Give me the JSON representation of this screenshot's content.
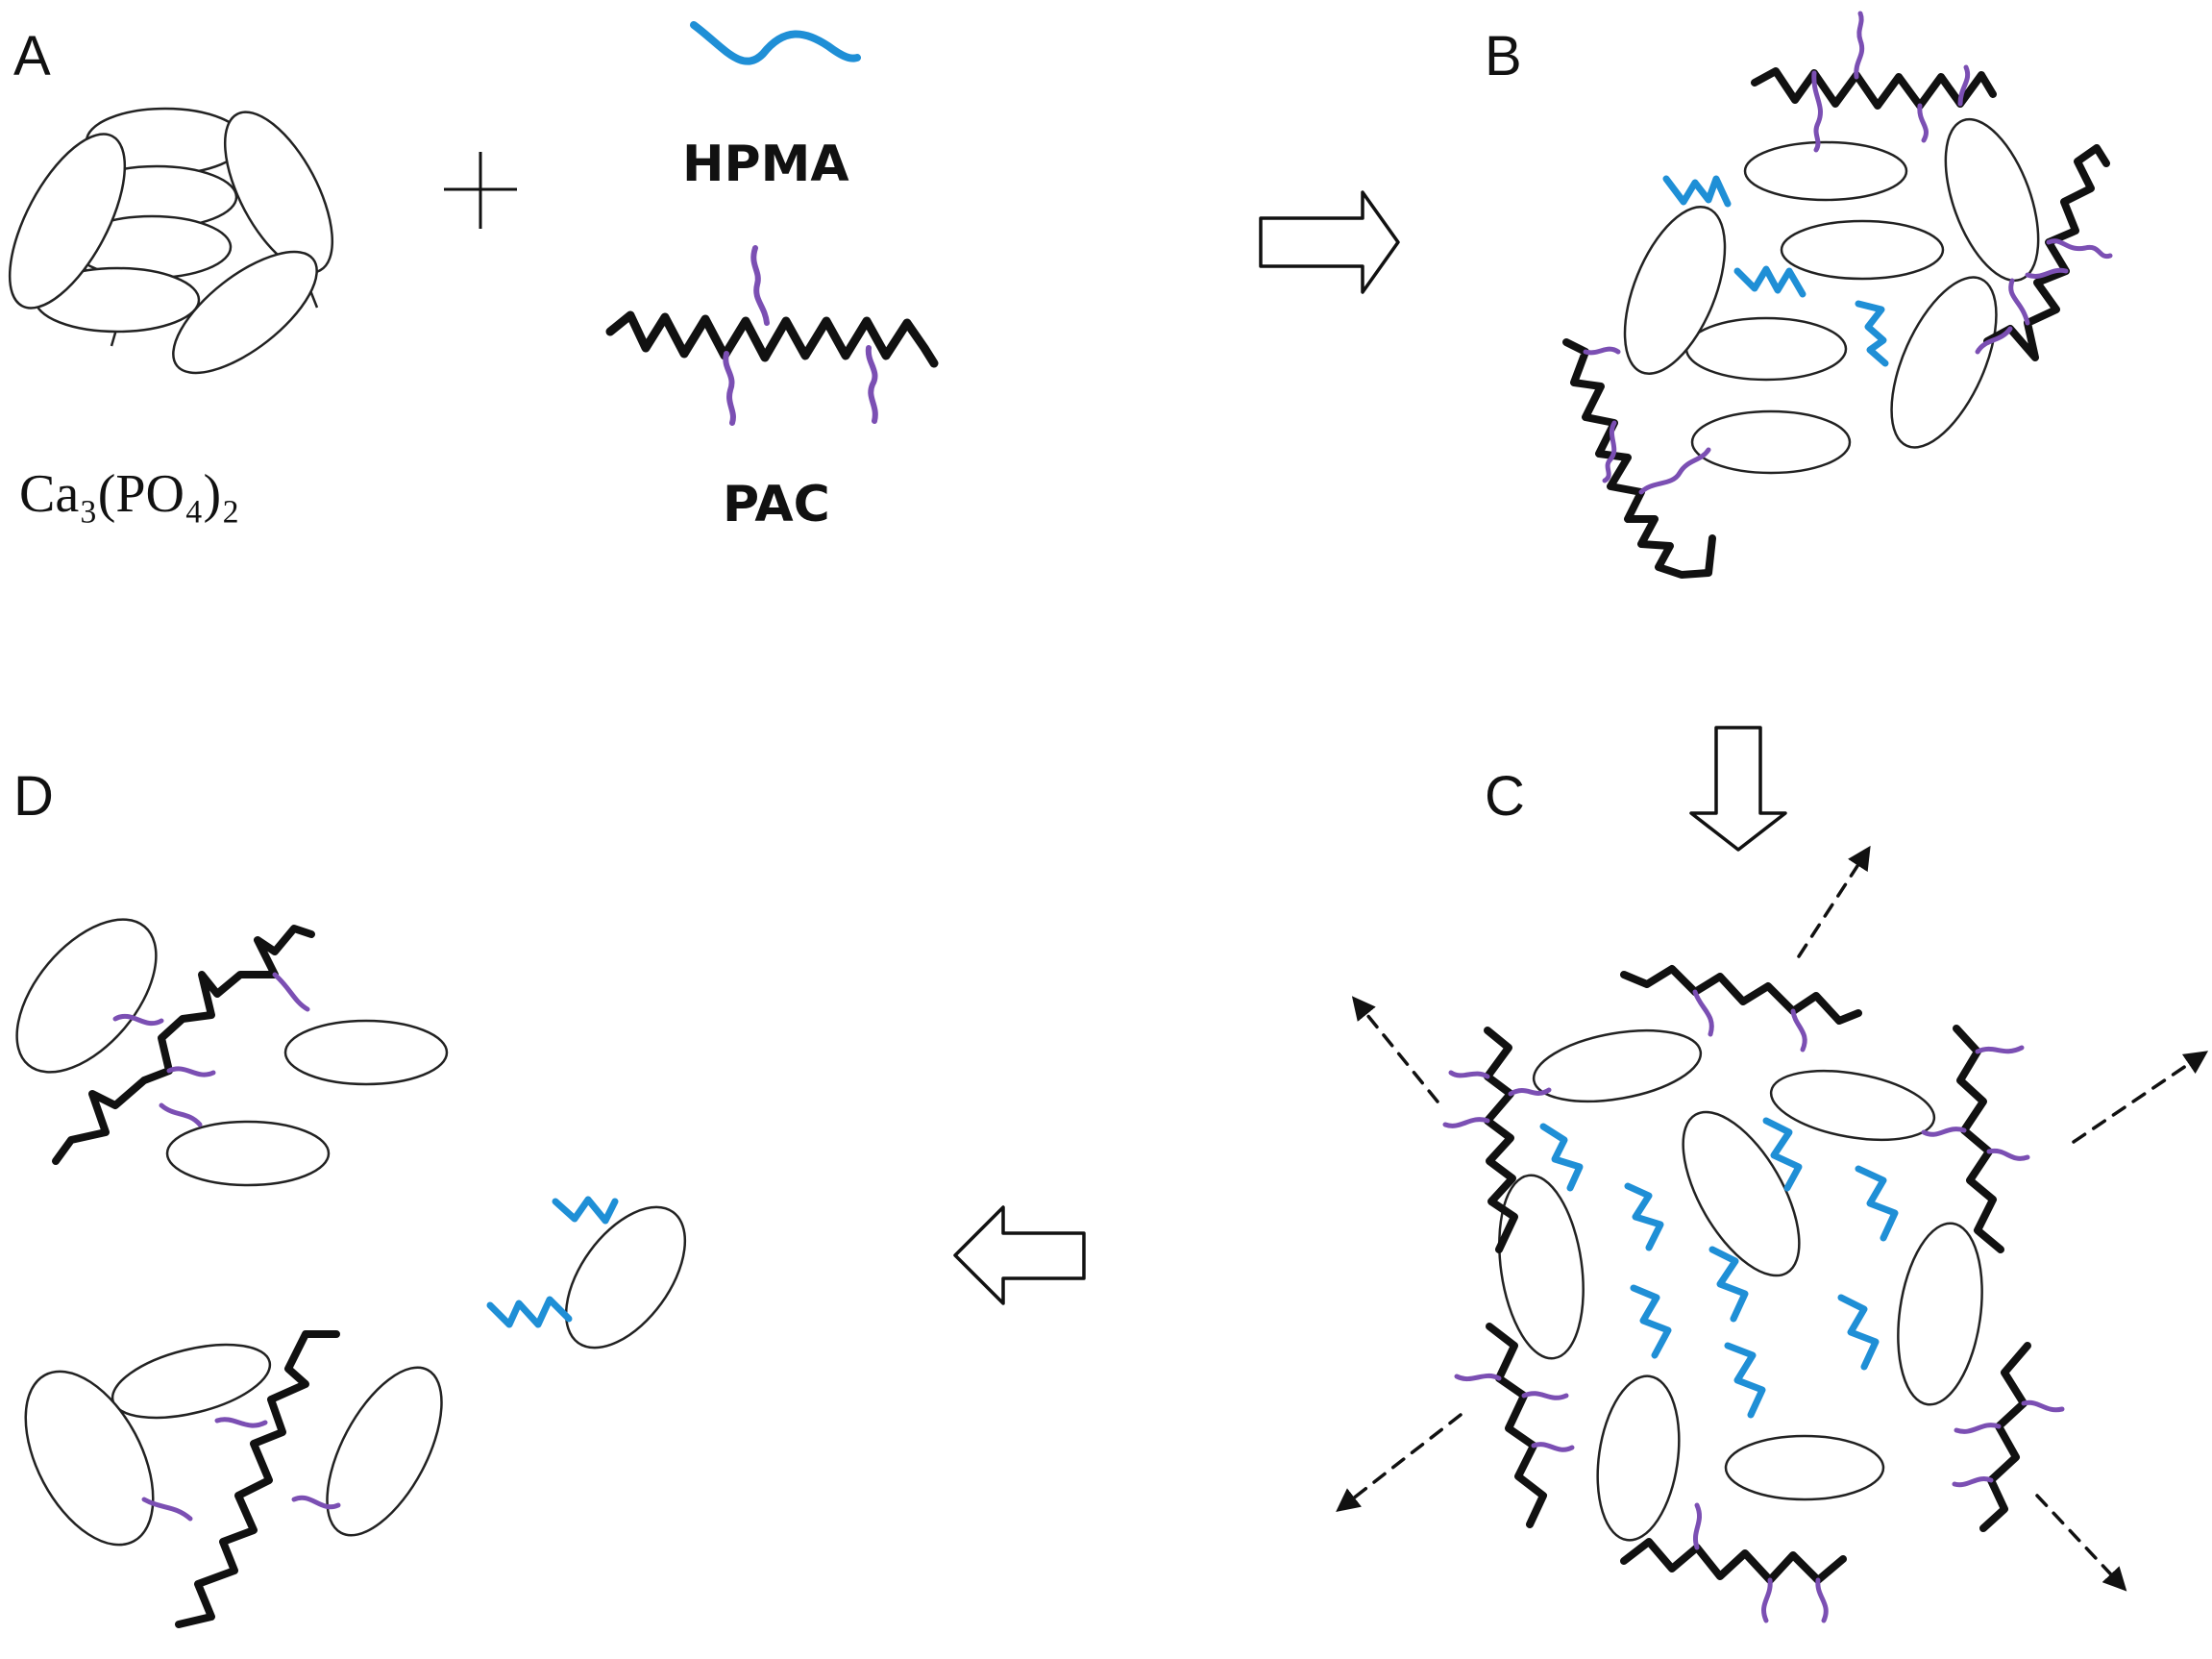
{
  "panels": {
    "a": {
      "letter": "A"
    },
    "b": {
      "letter": "B"
    },
    "c": {
      "letter": "C"
    },
    "d": {
      "letter": "D"
    }
  },
  "labels": {
    "hpma": "HPMA",
    "pac": "PAC",
    "calcium_phosphate": "Ca₃(PO₄)₂"
  },
  "colors": {
    "hpma": "#1f8fd6",
    "pac_side": "#7b4fb3",
    "pac_backbone": "#111111",
    "particle_outline": "#222222"
  }
}
